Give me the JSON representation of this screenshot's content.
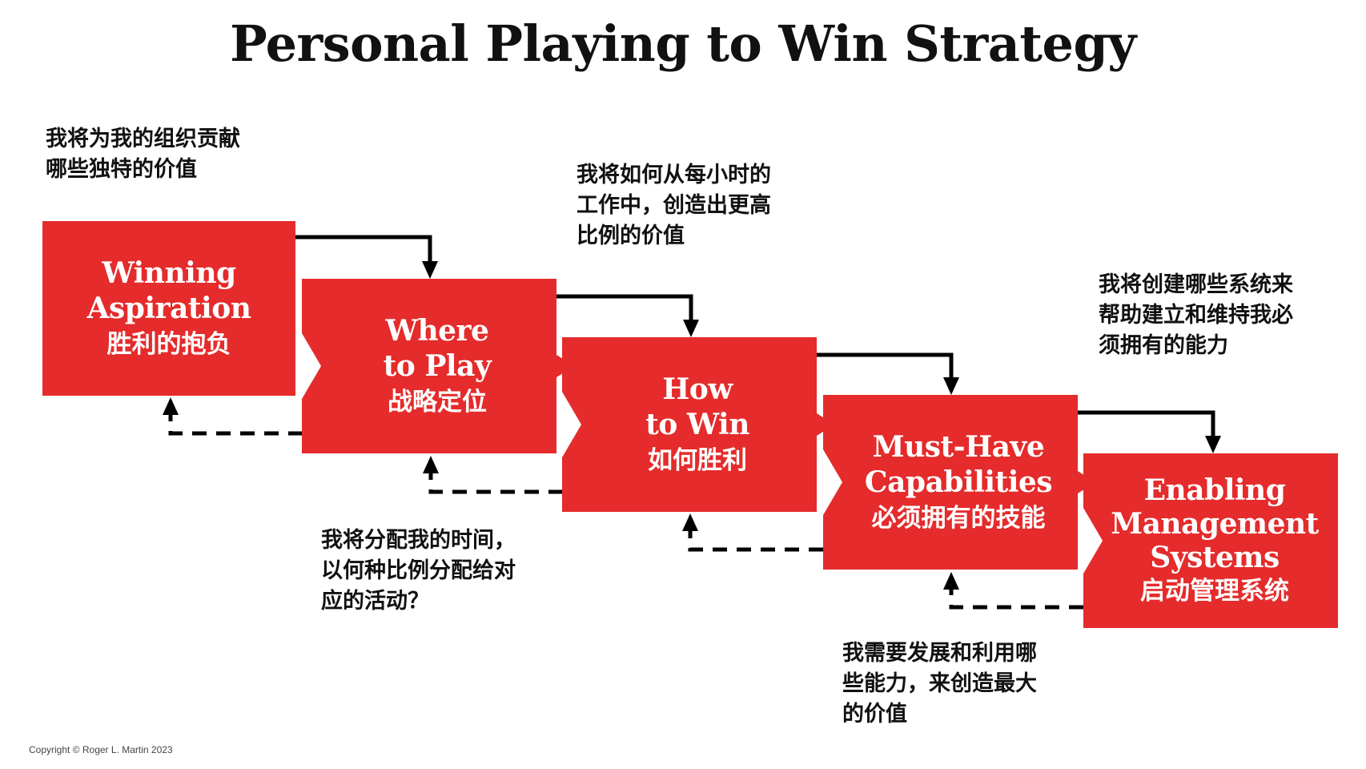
{
  "title": "Personal Playing to Win Strategy",
  "colors": {
    "box_fill": "#e52b2b",
    "text_dark": "#111111",
    "connector": "#000000"
  },
  "steps": [
    {
      "en": "Winning\nAspiration",
      "zh": "胜利的抱负"
    },
    {
      "en": "Where\nto Play",
      "zh": "战略定位"
    },
    {
      "en": "How\nto Win",
      "zh": "如何胜利"
    },
    {
      "en": "Must-Have\nCapabilities",
      "zh": "必须拥有的技能"
    },
    {
      "en": "Enabling\nManagement\nSystems",
      "zh": "启动管理系统"
    }
  ],
  "notes": {
    "aspiration": "我将为我的组织贡献\n哪些独特的价值",
    "how_to_win": "我将如何从每小时的\n工作中，创造出更高\n比例的价值",
    "management": "我将创建哪些系统来\n帮助建立和维持我必\n须拥有的能力",
    "where_to_play": "我将分配我的时间，\n以何种比例分配给对\n应的活动？",
    "capabilities": "我需要发展和利用哪\n些能力，来创造最大\n的价值"
  },
  "copyright": "Copyright © Roger L. Martin 2023"
}
